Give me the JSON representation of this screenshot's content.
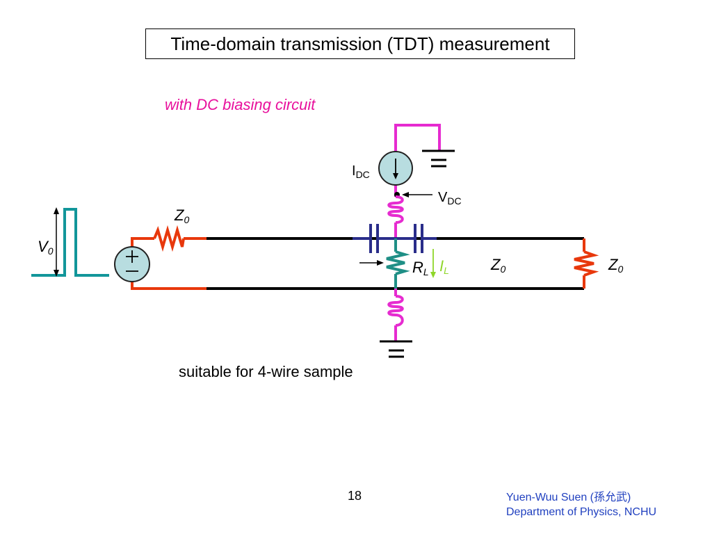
{
  "title": "Time-domain transmission (TDT) measurement",
  "subtitle": "with DC biasing circuit",
  "caption": "suitable for 4-wire sample",
  "page_number": "18",
  "credit": {
    "line1": "Yuen-Wuu Suen (孫允武)",
    "line2": "Department of Physics, NCHU"
  },
  "labels": {
    "v0_main": "V",
    "v0_sub": "0",
    "z0_source_main": "Z",
    "z0_source_sub": "0",
    "idc_main": "I",
    "idc_sub": "DC",
    "vdc_main": "V",
    "vdc_sub": "DC",
    "rl_main": "R",
    "rl_sub": "L",
    "il_main": "I",
    "il_sub": "L",
    "z0_line_main": "Z",
    "z0_line_sub": "0",
    "z0_load_main": "Z",
    "z0_load_sub": "0"
  },
  "colors": {
    "teal": "#12969a",
    "red": "#e8380c",
    "magenta": "#e62bd0",
    "navy": "#2a2d8a",
    "green": "#1f8f86",
    "source_fill": "#b8dde0",
    "il_arrow": "#8fd62a",
    "subtitle": "#e8109c",
    "credit": "#1f3fbf"
  }
}
